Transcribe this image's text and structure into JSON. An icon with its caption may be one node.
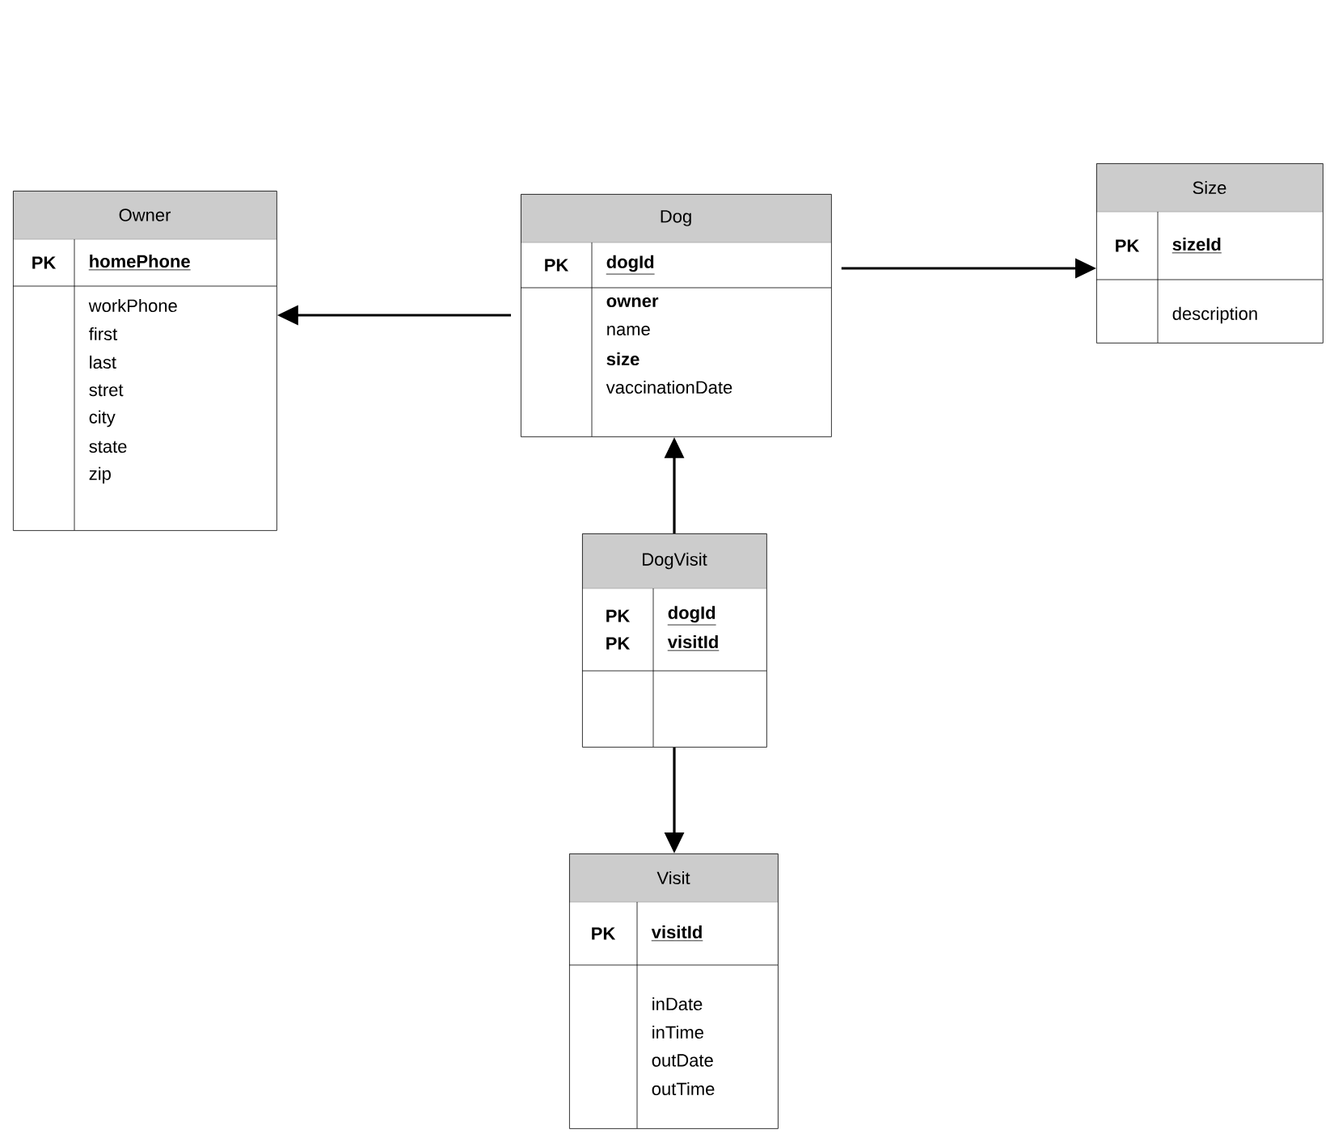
{
  "diagram": {
    "nodes": [
      {
        "text": [
          "Owner",
          "PK",
          "homePhone",
          "workPhone",
          "first",
          "last",
          "stret",
          "city",
          "state",
          "zip"
        ]
      },
      {
        "text": [
          "Dog",
          "PK",
          "dogId",
          "**owner**",
          "name",
          "**size**",
          "vaccinationDate"
        ]
      },
      {
        "text": [
          "Size",
          "PK",
          "sizeId",
          "description"
        ]
      },
      {
        "text": [
          "DogVisit",
          "PK",
          "dogId",
          "PK",
          "visitId"
        ]
      },
      {
        "text": [
          "Visit",
          "PK",
          "visitId",
          "inDate",
          "inTime",
          "outDate",
          "outTime"
        ]
      }
    ],
    "edges": [
      {
        "from": 1,
        "to": 0,
        "arrow": "to"
      },
      {
        "from": 1,
        "to": 2,
        "arrow": "to"
      },
      {
        "from": 3,
        "to": 1,
        "arrow": "to"
      },
      {
        "from": 3,
        "to": 4,
        "arrow": "to"
      }
    ]
  }
}
